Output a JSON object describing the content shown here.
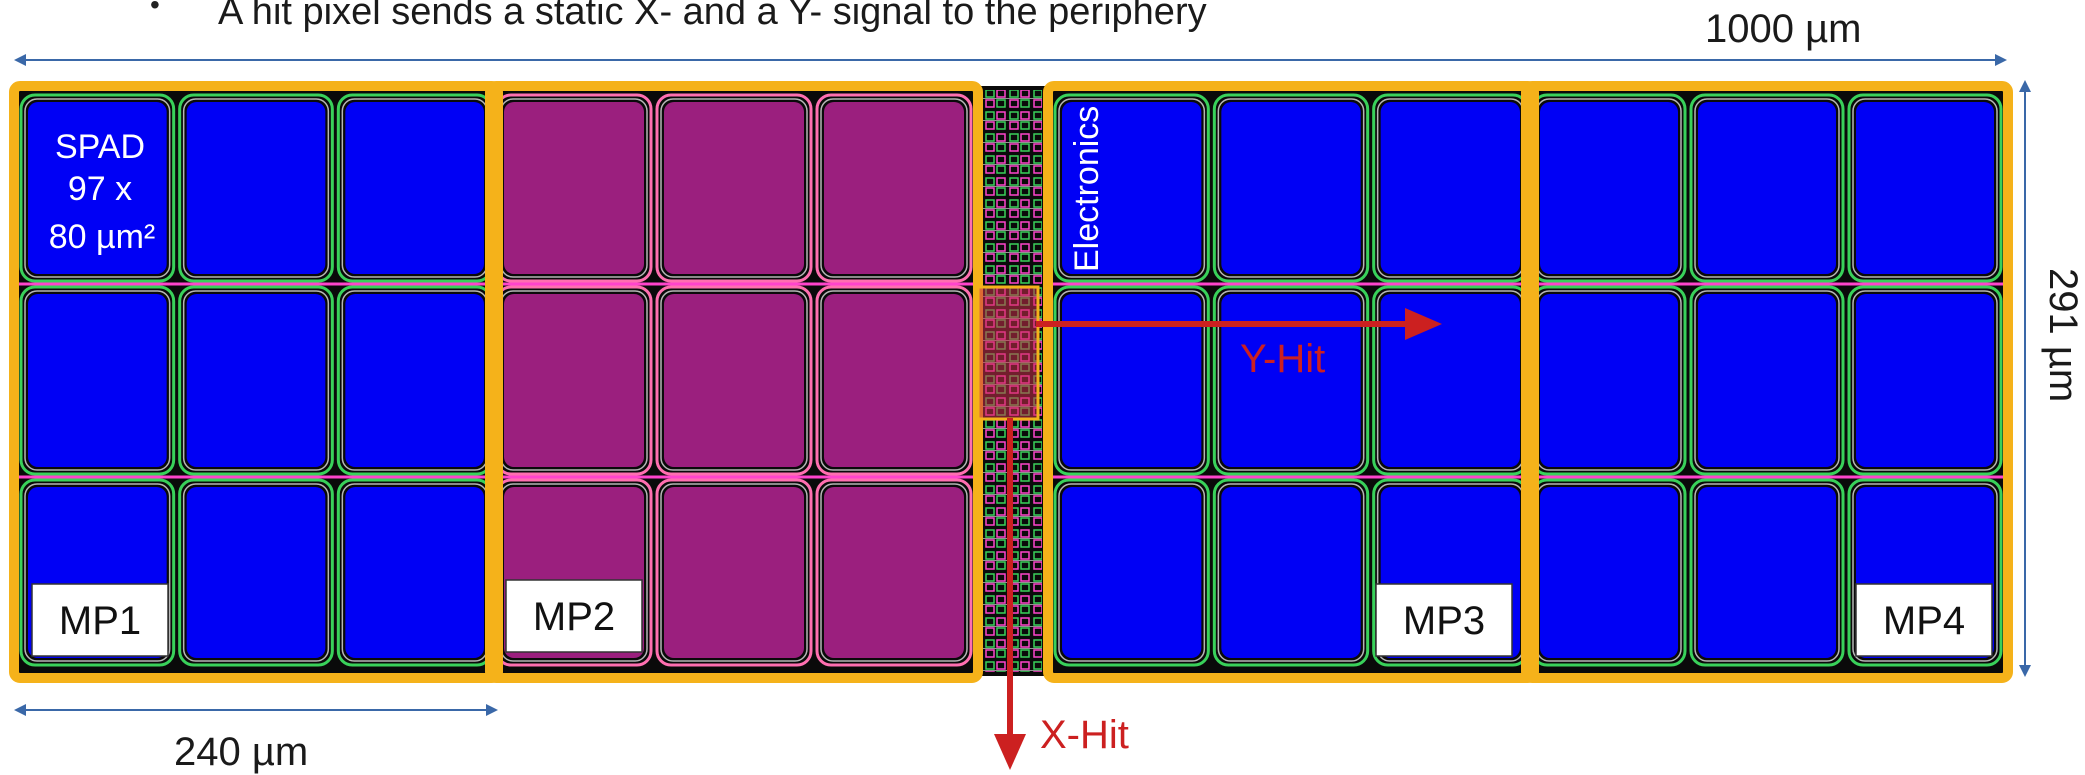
{
  "bullet_text": "A hit pixel sends a static X- and a Y- signal to the periphery",
  "labels": {
    "width_dim": "1000 µm",
    "height_dim": "291 µm",
    "mp_width_dim": "240 µm",
    "spad_line1": "SPAD",
    "spad_line2": "97 x",
    "spad_line3": "80 µm²",
    "electronics": "Electronics",
    "y_hit": "Y-Hit",
    "x_hit": "X-Hit"
  },
  "macropixels": [
    {
      "label": "MP1",
      "highlighted": false
    },
    {
      "label": "MP2",
      "highlighted": true
    },
    {
      "label": "MP3",
      "highlighted": false
    },
    {
      "label": "MP4",
      "highlighted": false
    }
  ],
  "colors": {
    "spad_fill": "#0000f5",
    "highlight_fill": "#9b1f7e",
    "orange_border": "#f5b21a",
    "arrow_red": "#cc2020",
    "dim_arrow": "#3a68a8",
    "grid_green": "#39d15a",
    "grid_pink": "#ff44cc"
  }
}
